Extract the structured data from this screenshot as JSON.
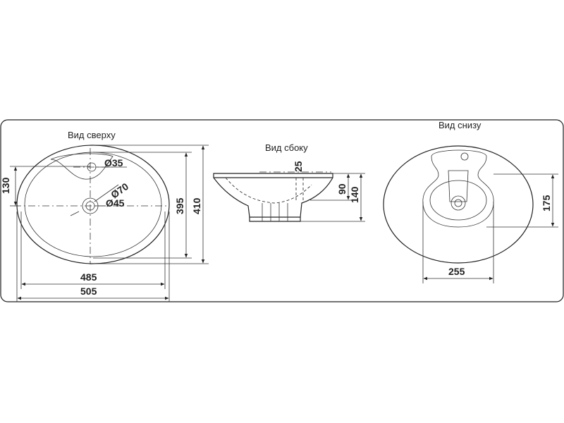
{
  "views": {
    "top": {
      "title": "Вид сверху"
    },
    "side": {
      "title": "Вид сбоку"
    },
    "bottom": {
      "title": "Вид снизу"
    }
  },
  "dimensions": {
    "d35": "Ø35",
    "d70": "Ø70",
    "d45": "Ø45",
    "h130": "130",
    "h395": "395",
    "h410": "410",
    "w485": "485",
    "w505": "505",
    "s25": "25",
    "s90": "90",
    "s140": "140",
    "b175": "175",
    "b255": "255"
  }
}
